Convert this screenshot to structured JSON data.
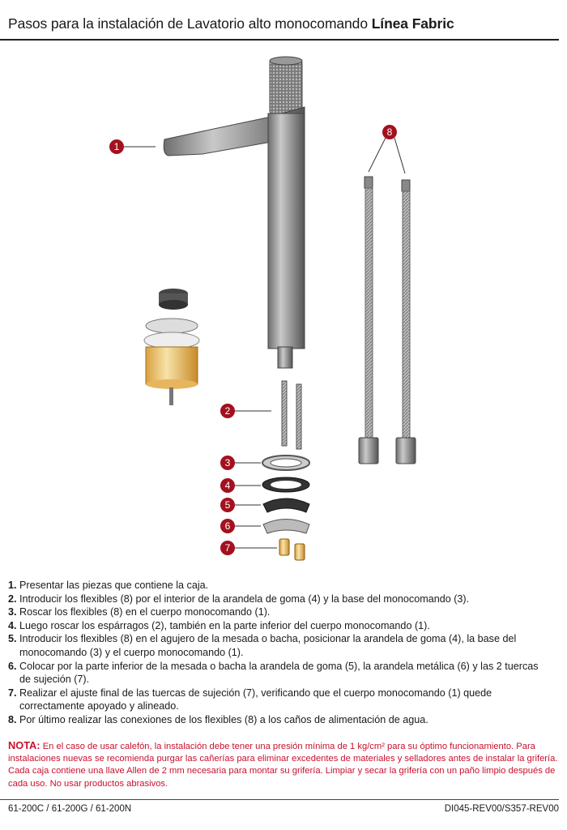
{
  "header": {
    "title": "Pasos para la instalación de Lavatorio alto monocomando",
    "title_bold": "Línea Fabric"
  },
  "callouts": [
    "1",
    "2",
    "3",
    "4",
    "5",
    "6",
    "7",
    "8"
  ],
  "steps": [
    {
      "num": "1.",
      "text": "Presentar las piezas que contiene la caja."
    },
    {
      "num": "2.",
      "text": "Introducir los flexibles (8) por el interior de la arandela de goma (4) y la base del monocomando (3)."
    },
    {
      "num": "3.",
      "text": "Roscar los flexibles (8) en el cuerpo monocomando (1)."
    },
    {
      "num": "4.",
      "text": "Luego roscar los espárragos (2), también en la parte inferior del cuerpo monocomando (1)."
    },
    {
      "num": "5.",
      "text": "Introducir los flexibles (8) en el agujero de la mesada o bacha, posicionar la arandela de goma (4), la base del monocomando (3) y el cuerpo monocomando (1)."
    },
    {
      "num": "6.",
      "text": "Colocar por la parte inferior de la mesada o bacha la arandela de goma (5), la arandela metálica (6) y las 2 tuercas de sujeción (7)."
    },
    {
      "num": "7.",
      "text": "Realizar el ajuste final de las tuercas de sujeción (7), verificando que el cuerpo monocomando (1) quede correctamente apoyado y alineado."
    },
    {
      "num": "8.",
      "text": "Por último realizar las conexiones de los flexibles (8) a los caños de alimentación de agua."
    }
  ],
  "note": {
    "label": "NOTA:",
    "text": "En el caso de usar calefón, la instalación debe tener una presión mínima de 1 kg/cm² para su óptimo funcionamiento. Para instalaciones nuevas se recomienda purgar las cañerías para eliminar excedentes de materiales y selladores antes de instalar la grifería. Cada caja contiene una llave Allen de 2 mm necesaria para montar su grifería. Limpiar y secar la grifería con un paño limpio después de cada uso. No usar productos abrasivos."
  },
  "footer": {
    "models": "61-200C / 61-200G / 61-200N",
    "doc_code": "DI045-REV00/S357-REV00"
  },
  "colors": {
    "accent": "#a3111f",
    "note": "#c8102e"
  }
}
